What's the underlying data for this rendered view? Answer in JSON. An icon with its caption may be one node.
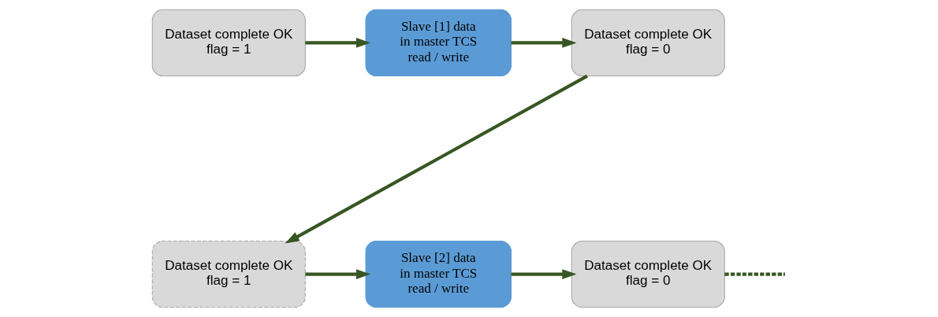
{
  "diagram": {
    "nodes": [
      {
        "text": [
          "Dataset complete OK flag = 1"
        ]
      },
      {
        "text": [
          "Slave [1] data in master TCS read / write"
        ]
      },
      {
        "text": [
          "Dataset complete OK flag = 0"
        ]
      },
      {
        "text": [
          "Dataset complete OK flag = 1"
        ]
      },
      {
        "text": [
          "Slave [2] data in master TCS read / write"
        ]
      },
      {
        "text": [
          "Dataset complete OK flag = 0"
        ]
      }
    ],
    "edges": [
      {
        "from": 0,
        "to": 1,
        "arrow": "to"
      },
      {
        "from": 1,
        "to": 2,
        "arrow": "to"
      },
      {
        "from": 2,
        "to": 3,
        "arrow": "to"
      },
      {
        "from": 3,
        "to": 4,
        "arrow": "to"
      },
      {
        "from": 4,
        "to": 5,
        "arrow": "to"
      },
      {
        "from": 5,
        "to": null,
        "arrow": "none",
        "style": "dashed"
      }
    ]
  }
}
